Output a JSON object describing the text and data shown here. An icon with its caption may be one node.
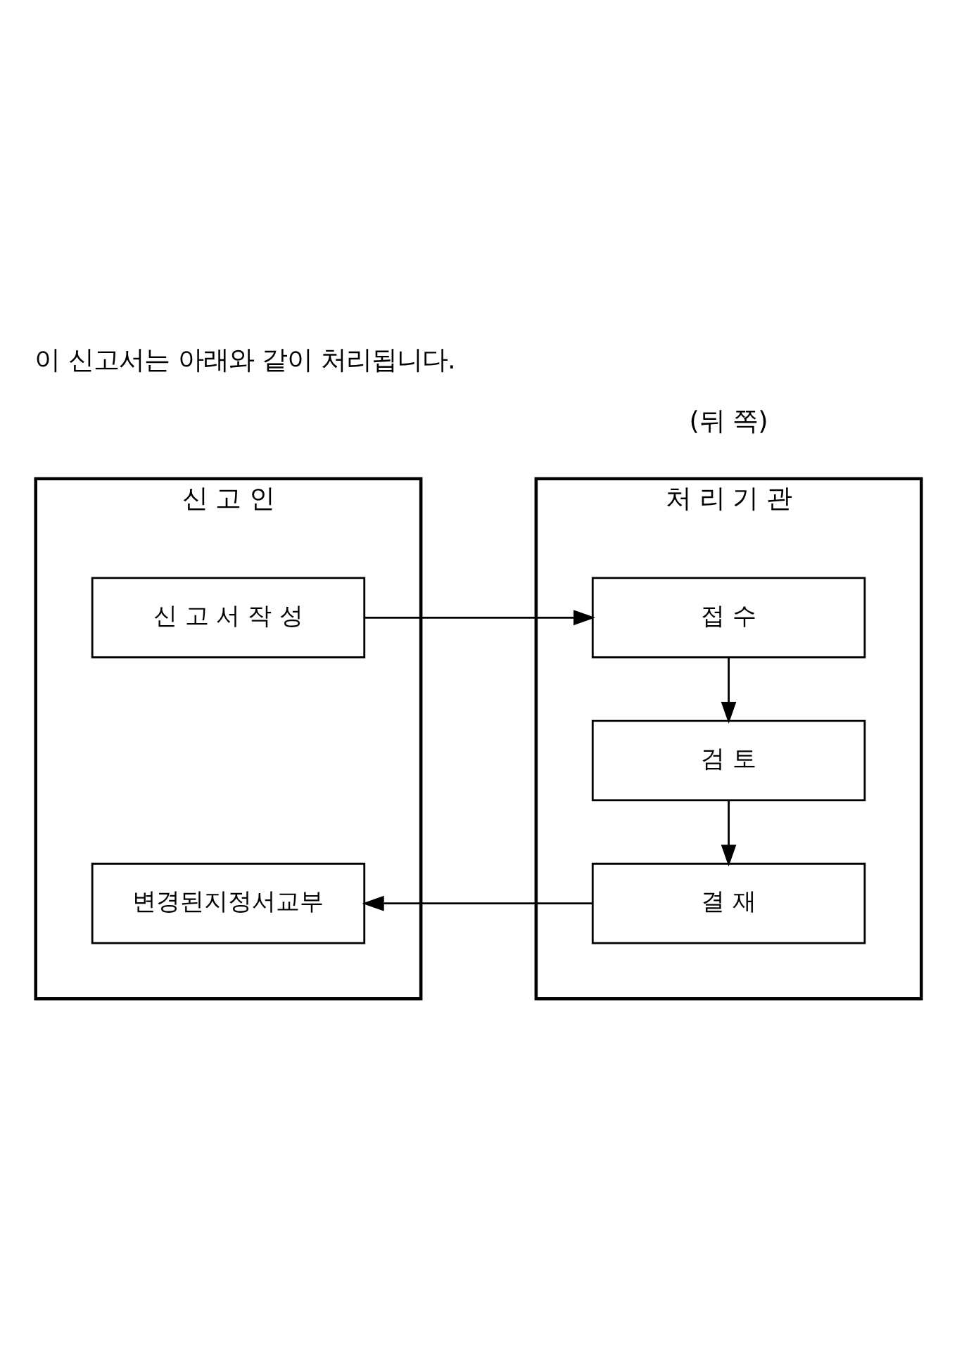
{
  "diagram": {
    "title": "이 신고서는 아래와 같이 처리됩니다.",
    "nodes": [
      {
        "text": [
          "신 고 인"
        ]
      },
      {
        "text": [
          "처 리 기 관"
        ]
      },
      {
        "text": [
          "신 고 서 작 성"
        ],
        "in": 0
      },
      {
        "text": [
          "접 수"
        ],
        "in": 1
      },
      {
        "text": [
          "검 토"
        ],
        "in": 1
      },
      {
        "text": [
          "변경된지정서교부"
        ],
        "in": 0
      },
      {
        "text": [
          "결 재"
        ],
        "in": 1
      }
    ],
    "edges": [
      {
        "from": 2,
        "to": 3,
        "arrow": "to"
      },
      {
        "from": 3,
        "to": 4,
        "arrow": "to"
      },
      {
        "from": 4,
        "to": 6,
        "arrow": "to"
      },
      {
        "from": 6,
        "to": 5,
        "arrow": "to"
      }
    ],
    "labels": [
      "(뒤 쪽)"
    ]
  }
}
